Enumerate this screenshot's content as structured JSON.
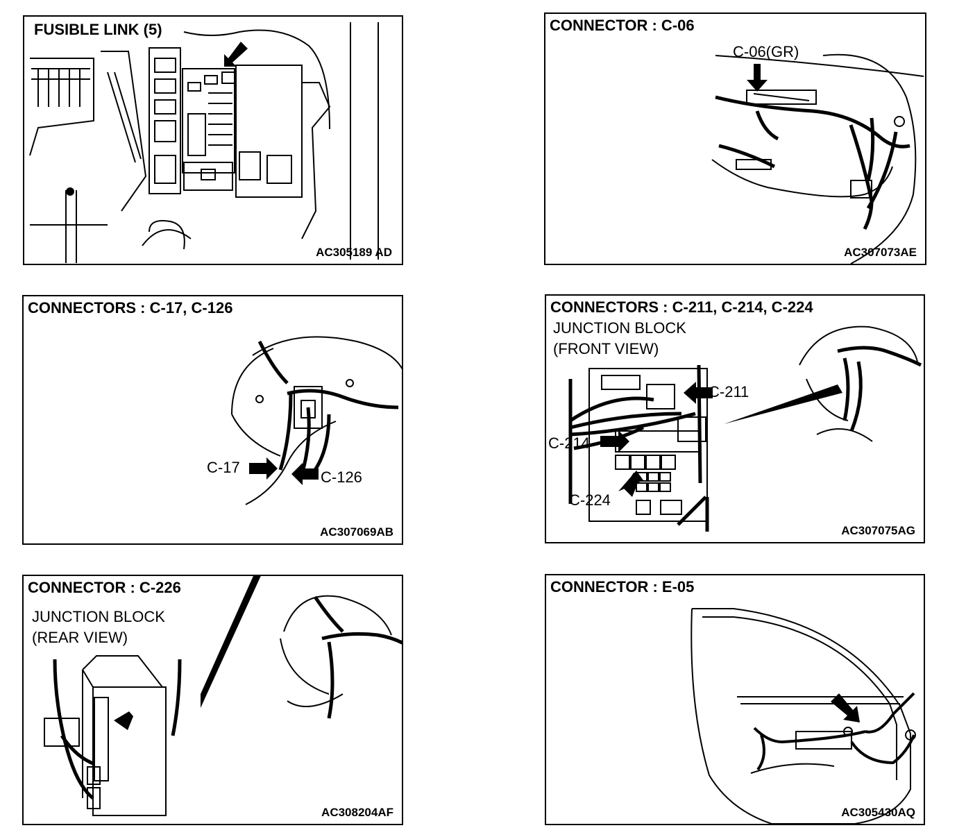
{
  "accent_color": "#000000",
  "panels": [
    {
      "title": "FUSIBLE LINK (5)",
      "code": "AC305189 AD",
      "labels": []
    },
    {
      "title": "CONNECTOR : C-06",
      "code": "AC307073AE",
      "labels": [
        "C-06(GR)"
      ]
    },
    {
      "title": "CONNECTORS : C-17, C-126",
      "code": "AC307069AB",
      "labels": [
        "C-17",
        "C-126"
      ]
    },
    {
      "title": "CONNECTORS : C-211, C-214, C-224",
      "subtitle_1": "JUNCTION BLOCK",
      "subtitle_2": "(FRONT VIEW)",
      "code": "AC307075AG",
      "labels": [
        "C-211",
        "C-214",
        "C-224"
      ]
    },
    {
      "title": "CONNECTOR : C-226",
      "subtitle_1": "JUNCTION BLOCK",
      "subtitle_2": "(REAR VIEW)",
      "code": "AC308204AF",
      "labels": []
    },
    {
      "title": "CONNECTOR : E-05",
      "code": "AC305430AQ",
      "labels": []
    }
  ]
}
